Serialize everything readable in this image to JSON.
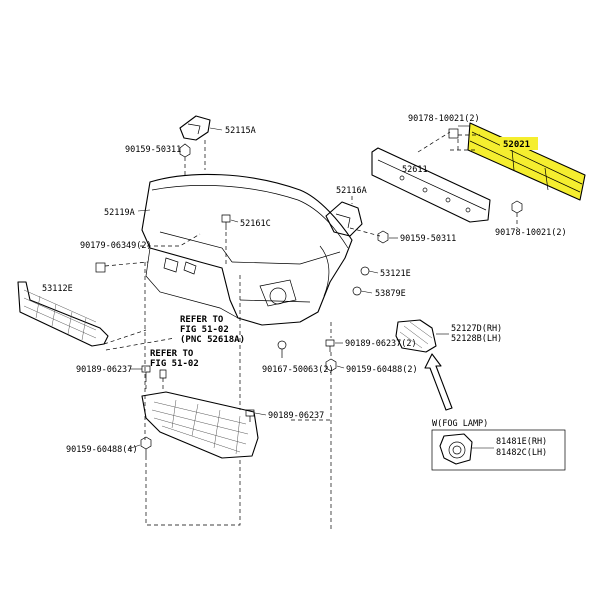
{
  "highlight_color": "#f5ee2f",
  "labels": {
    "p52115a": "52115A",
    "p90159_50311_a": "90159-50311",
    "p52119a": "52119A",
    "p52161c": "52161C",
    "p90179_06349": "90179-06349(2)",
    "p53112e": "53112E",
    "p52116a": "52116A",
    "p90159_50311_b": "90159-50311",
    "p53121e": "53121E",
    "p53879e": "53879E",
    "p90178_top": "90178-10021(2)",
    "p52021": "52021",
    "p52611": "52611",
    "p90178_bot": "90178-10021(2)",
    "refer1_a": "REFER TO",
    "refer1_b": "FIG 51-02",
    "refer1_c": "(PNC 52618A)",
    "refer2_a": "REFER TO",
    "refer2_b": "FIG 51-02",
    "p90189_06237_a": "90189-06237(2)",
    "p52127d": "52127D(RH)",
    "p52128b": "52128B(LH)",
    "p90189_06237_b": "90189-06237",
    "p90167_50063": "90167-50063(2)",
    "p90159_60488_a": "90159-60488(2)",
    "p90189_06237_c": "90189-06237",
    "p90159_60488_b": "90159-60488(4)",
    "fog_title": "W(FOG LAMP)",
    "p81481e": "81481E(RH)",
    "p81482c": "81482C(LH)"
  }
}
